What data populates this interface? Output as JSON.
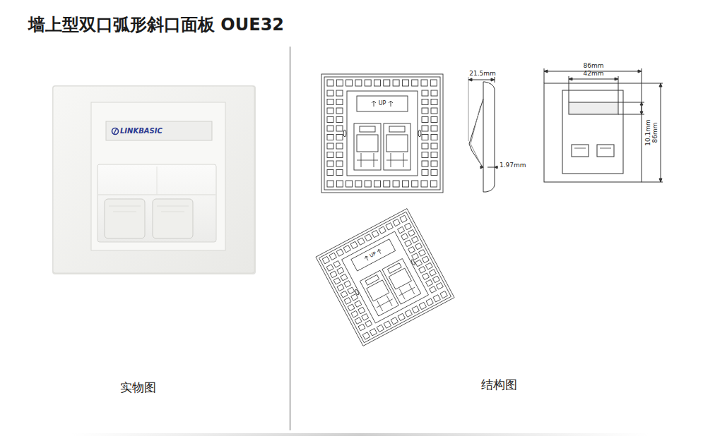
{
  "diagram": {
    "title": "墙上型双口弧形斜口面板 OUE32",
    "labels": [
      "LINKBASIC",
      "UP",
      "UP",
      "21.5mm",
      "1.97mm",
      "86mm",
      "42mm",
      "10.1mm",
      "86mm",
      "实物图",
      "结构图"
    ]
  }
}
